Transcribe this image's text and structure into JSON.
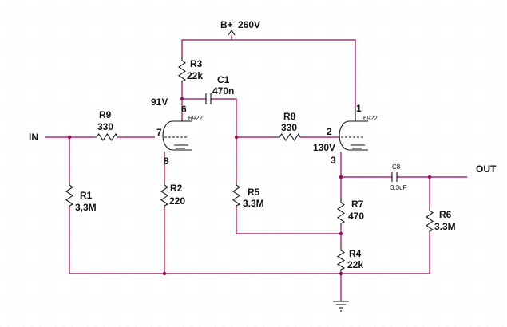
{
  "supply": {
    "label": "B+",
    "voltage": "260V"
  },
  "ports": {
    "input": "IN",
    "output": "OUT"
  },
  "tubes": [
    {
      "id": "V1",
      "type": "6922",
      "pins": {
        "plate": "6",
        "grid": "7",
        "cathode": "8"
      },
      "plate_voltage": "91V"
    },
    {
      "id": "V2",
      "type": "6922",
      "pins": {
        "plate": "1",
        "grid": "2",
        "cathode": "3"
      },
      "cathode_voltage": "130V"
    }
  ],
  "resistors": [
    {
      "ref": "R1",
      "value": "3,3M"
    },
    {
      "ref": "R2",
      "value": "220"
    },
    {
      "ref": "R3",
      "value": "22k"
    },
    {
      "ref": "R4",
      "value": "22k"
    },
    {
      "ref": "R5",
      "value": "3.3M"
    },
    {
      "ref": "R6",
      "value": "3.3M"
    },
    {
      "ref": "R7",
      "value": "470"
    },
    {
      "ref": "R8",
      "value": "330"
    },
    {
      "ref": "R9",
      "value": "330"
    }
  ],
  "capacitors": [
    {
      "ref": "C1",
      "value": "470n"
    },
    {
      "ref": "C8",
      "value": "3.3uF"
    }
  ],
  "colors": {
    "wire": "#a0005a",
    "component": "#111111",
    "grid_dots": "#dcdcdc"
  }
}
